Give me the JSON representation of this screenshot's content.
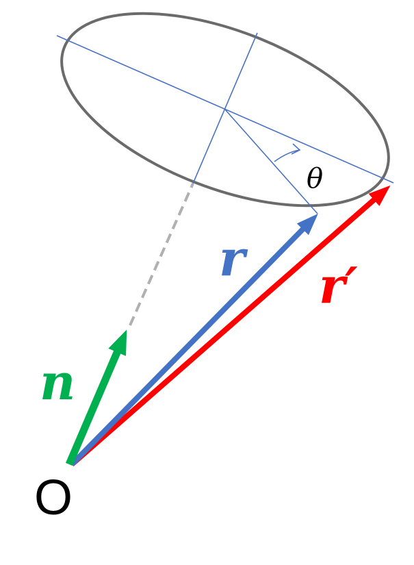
{
  "labels": {
    "origin": "O",
    "vector_n": "n",
    "vector_r": "r",
    "vector_r_prime": "r′",
    "angle": "θ"
  },
  "colors": {
    "ellipse": "#6b6b6b",
    "thin_lines": "#4a72c4",
    "vector_n": "#00b050",
    "vector_r": "#4472c4",
    "vector_r_prime": "#ff0000",
    "dashed_axis": "#b0b0b0",
    "text": "#000000"
  }
}
